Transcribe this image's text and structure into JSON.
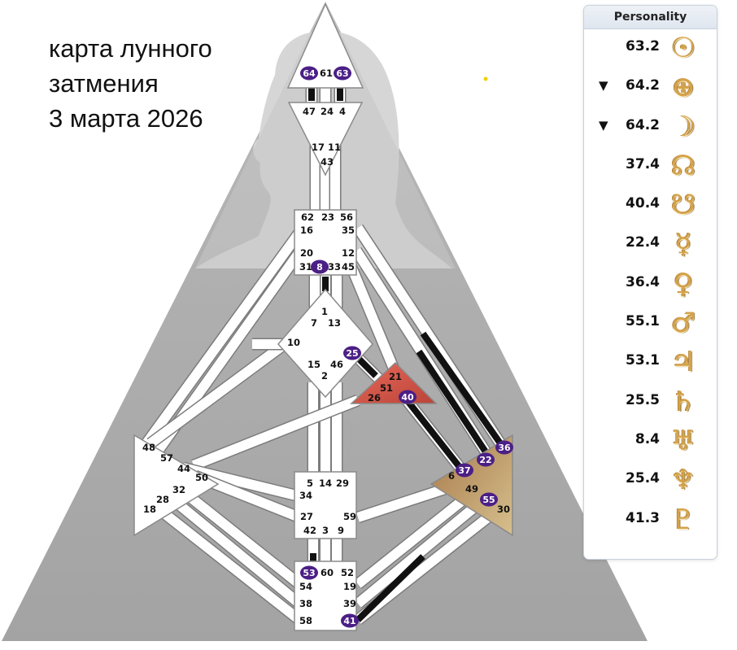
{
  "title": {
    "line1": "карта лунного",
    "line2": "затмения",
    "line3": "3 марта 2026"
  },
  "colors": {
    "panel_glyph": "#d4a24a",
    "active_gate": "#4b1f86",
    "spleen_center": "#c8a170",
    "ego_center": "#d2564a",
    "defined_channel": "#111111"
  },
  "personality": {
    "header": "Personality",
    "rows": [
      {
        "arrow": "",
        "value": "63.2",
        "icon": "sun-icon",
        "glyph": "☉"
      },
      {
        "arrow": "▼",
        "value": "64.2",
        "icon": "earth-icon",
        "glyph": "⊕"
      },
      {
        "arrow": "▼",
        "value": "64.2",
        "icon": "moon-icon",
        "glyph": "☽"
      },
      {
        "arrow": "",
        "value": "37.4",
        "icon": "north-node-icon",
        "glyph": "☊"
      },
      {
        "arrow": "",
        "value": "40.4",
        "icon": "south-node-icon",
        "glyph": "☋"
      },
      {
        "arrow": "",
        "value": "22.4",
        "icon": "mercury-icon",
        "glyph": "☿"
      },
      {
        "arrow": "",
        "value": "36.4",
        "icon": "venus-icon",
        "glyph": "♀"
      },
      {
        "arrow": "",
        "value": "55.1",
        "icon": "mars-icon",
        "glyph": "♂"
      },
      {
        "arrow": "",
        "value": "53.1",
        "icon": "jupiter-icon",
        "glyph": "♃"
      },
      {
        "arrow": "",
        "value": "25.5",
        "icon": "saturn-icon",
        "glyph": "♄"
      },
      {
        "arrow": "",
        "value": "8.4",
        "icon": "uranus-icon",
        "glyph": "♅"
      },
      {
        "arrow": "",
        "value": "25.4",
        "icon": "neptune-icon",
        "glyph": "♆"
      },
      {
        "arrow": "",
        "value": "41.3",
        "icon": "pluto-icon",
        "glyph": "♇"
      }
    ]
  },
  "gates": [
    {
      "id": "64",
      "active": true
    },
    {
      "id": "61",
      "active": false
    },
    {
      "id": "63",
      "active": true
    },
    {
      "id": "47",
      "active": false
    },
    {
      "id": "24",
      "active": false
    },
    {
      "id": "4",
      "active": false
    },
    {
      "id": "17",
      "active": false
    },
    {
      "id": "11",
      "active": false
    },
    {
      "id": "43",
      "active": false
    },
    {
      "id": "62",
      "active": false
    },
    {
      "id": "23",
      "active": false
    },
    {
      "id": "56",
      "active": false
    },
    {
      "id": "16",
      "active": false
    },
    {
      "id": "35",
      "active": false
    },
    {
      "id": "20",
      "active": false
    },
    {
      "id": "12",
      "active": false
    },
    {
      "id": "31",
      "active": false
    },
    {
      "id": "8",
      "active": true
    },
    {
      "id": "33",
      "active": false
    },
    {
      "id": "45",
      "active": false
    },
    {
      "id": "1",
      "active": false
    },
    {
      "id": "7",
      "active": false
    },
    {
      "id": "13",
      "active": false
    },
    {
      "id": "10",
      "active": false
    },
    {
      "id": "25",
      "active": true
    },
    {
      "id": "15",
      "active": false
    },
    {
      "id": "46",
      "active": false
    },
    {
      "id": "2",
      "active": false
    },
    {
      "id": "21",
      "active": false
    },
    {
      "id": "51",
      "active": false
    },
    {
      "id": "26",
      "active": false
    },
    {
      "id": "40",
      "active": true
    },
    {
      "id": "48",
      "active": false
    },
    {
      "id": "57",
      "active": false
    },
    {
      "id": "44",
      "active": false
    },
    {
      "id": "50",
      "active": false
    },
    {
      "id": "32",
      "active": false
    },
    {
      "id": "28",
      "active": false
    },
    {
      "id": "18",
      "active": false
    },
    {
      "id": "36",
      "active": true
    },
    {
      "id": "22",
      "active": true
    },
    {
      "id": "37",
      "active": true
    },
    {
      "id": "6",
      "active": false
    },
    {
      "id": "49",
      "active": false
    },
    {
      "id": "55",
      "active": true
    },
    {
      "id": "30",
      "active": false
    },
    {
      "id": "5",
      "active": false
    },
    {
      "id": "14",
      "active": false
    },
    {
      "id": "29",
      "active": false
    },
    {
      "id": "34",
      "active": false
    },
    {
      "id": "27",
      "active": false
    },
    {
      "id": "59",
      "active": false
    },
    {
      "id": "42",
      "active": false
    },
    {
      "id": "3",
      "active": false
    },
    {
      "id": "9",
      "active": false
    },
    {
      "id": "53",
      "active": true
    },
    {
      "id": "60",
      "active": false
    },
    {
      "id": "52",
      "active": false
    },
    {
      "id": "54",
      "active": false
    },
    {
      "id": "19",
      "active": false
    },
    {
      "id": "38",
      "active": false
    },
    {
      "id": "39",
      "active": false
    },
    {
      "id": "58",
      "active": false
    },
    {
      "id": "41",
      "active": true
    }
  ]
}
